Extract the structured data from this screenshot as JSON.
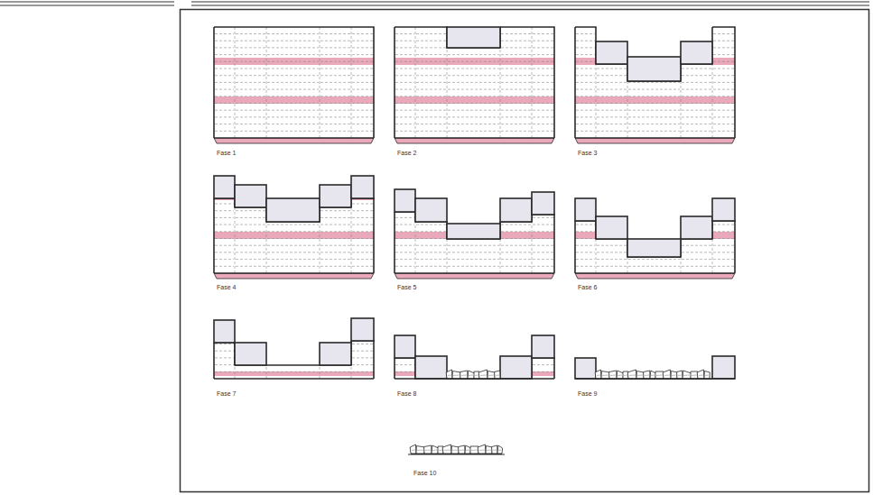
{
  "diagram": {
    "labels": [
      "Fase 1",
      "Fase 2",
      "Fase 3",
      "Fase 4",
      "Fase 5",
      "Fase 6",
      "Fase 7",
      "Fase 8",
      "Fase 9",
      "Fase 10"
    ]
  }
}
